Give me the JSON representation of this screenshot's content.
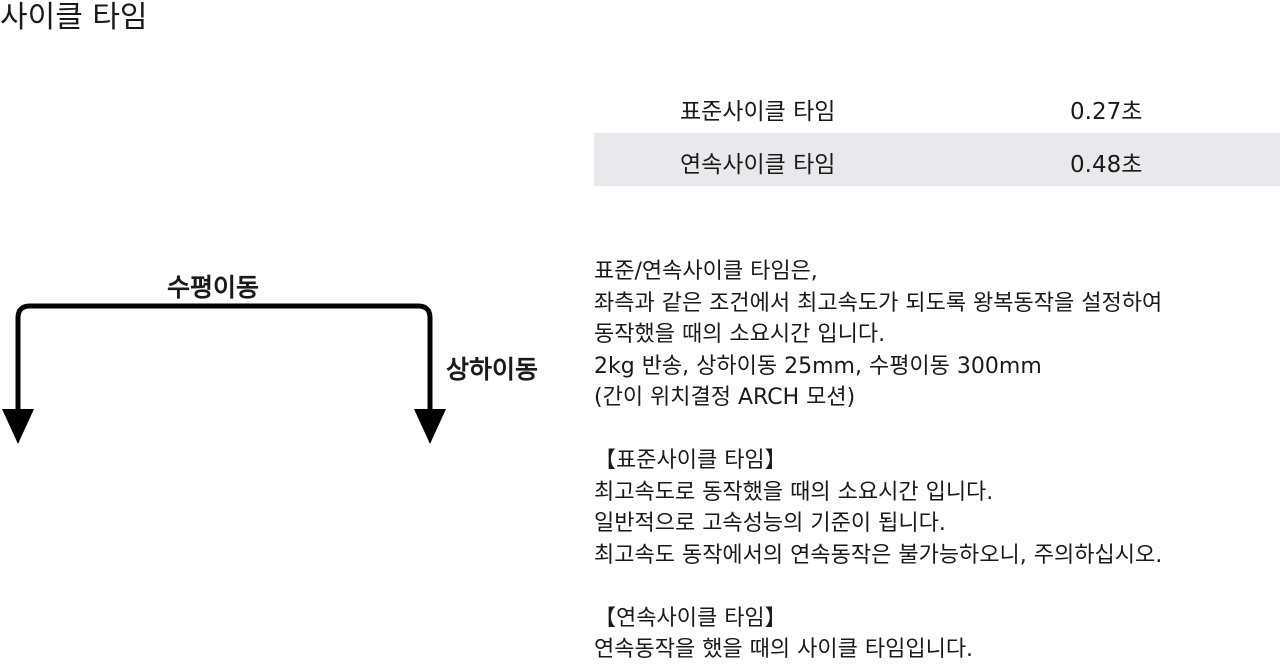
{
  "page": {
    "title": "사이클 타임"
  },
  "spec_table": {
    "rows": [
      {
        "label": "표준사이클 타임",
        "value": "0.27초"
      },
      {
        "label": "연속사이클 타임",
        "value": "0.48초"
      }
    ]
  },
  "diagram": {
    "horizontal_label": "수평이동",
    "vertical_label": "상하이동"
  },
  "description": {
    "intro": [
      "표준/연속사이클 타임은,",
      "좌측과 같은 조건에서 최고속도가 되도록 왕복동작을 설정하여",
      "동작했을 때의 소요시간 입니다.",
      "2kg 반송, 상하이동 25mm, 수평이동 300mm",
      "(간이 위치결정 ARCH 모션)"
    ],
    "standard_heading": "【표준사이클 타임】",
    "standard_lines": [
      "최고속도로 동작했을 때의 소요시간 입니다.",
      "일반적으로 고속성능의 기준이 됩니다.",
      "최고속도 동작에서의 연속동작은 불가능하오니, 주의하십시오."
    ],
    "continuous_heading": "【연속사이클 타임】",
    "continuous_lines": [
      "연속동작을 했을 때의 사이클 타임입니다."
    ]
  }
}
